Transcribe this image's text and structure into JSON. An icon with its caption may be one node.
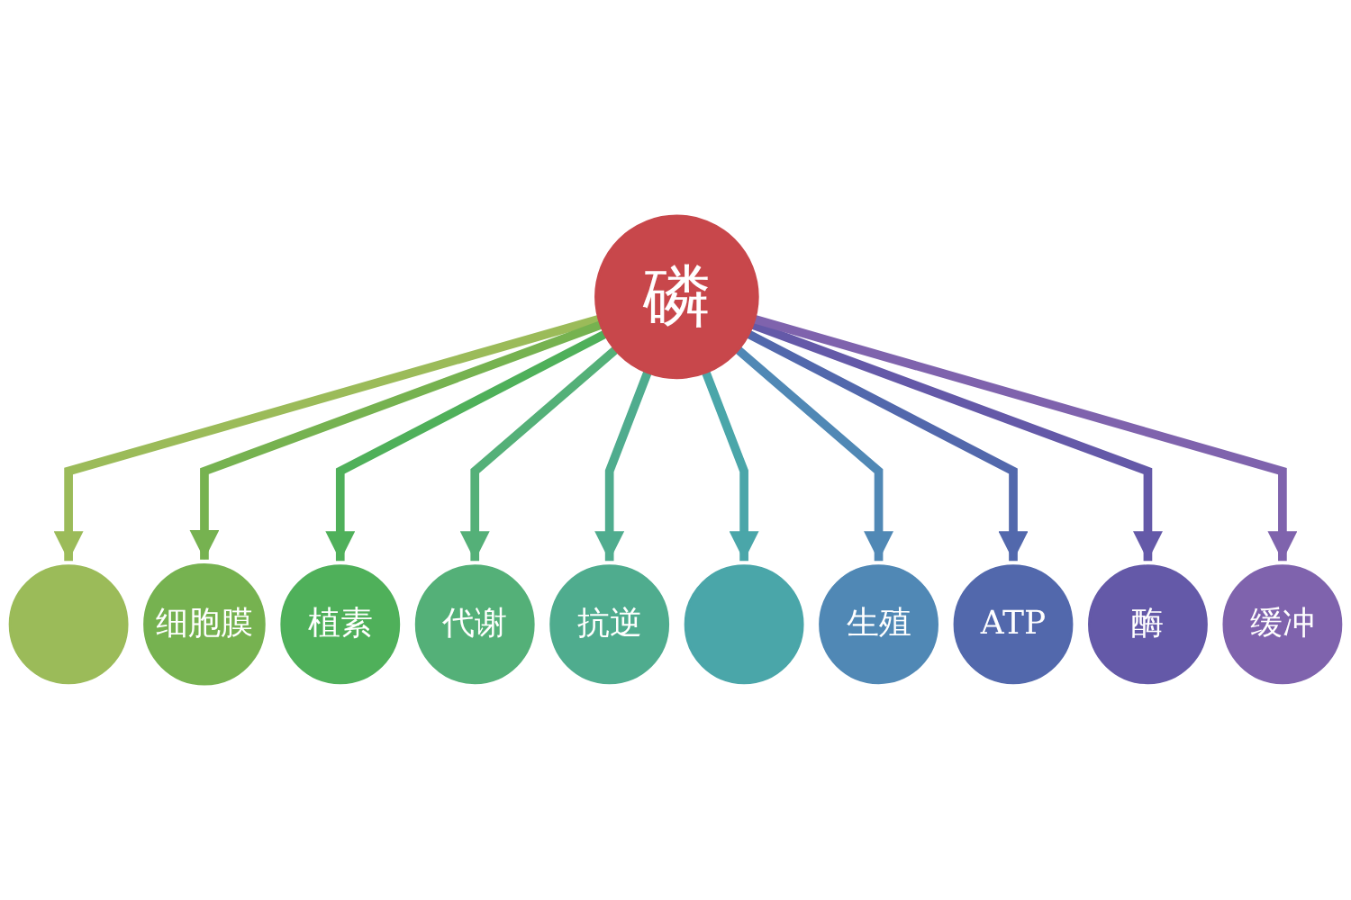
{
  "diagram": {
    "nodes": [
      {
        "text": [
          "磷"
        ]
      },
      {
        "text": [],
        "shape": "circle"
      },
      {
        "text": [
          "细胞膜"
        ]
      },
      {
        "text": [
          "植素"
        ]
      },
      {
        "text": [
          "代谢"
        ]
      },
      {
        "text": [
          "抗逆"
        ]
      },
      {
        "text": [],
        "shape": "circle"
      },
      {
        "text": [
          "生殖"
        ]
      },
      {
        "text": [
          "ATP"
        ]
      },
      {
        "text": [
          "酶"
        ]
      },
      {
        "text": [
          "缓冲"
        ]
      }
    ],
    "edges": [
      {
        "from": 0,
        "to": 1,
        "arrow": "to",
        "color": "#9bbb59"
      },
      {
        "from": 0,
        "to": 2,
        "arrow": "to",
        "color": "#76b250"
      },
      {
        "from": 0,
        "to": 3,
        "arrow": "to",
        "color": "#4fb05a"
      },
      {
        "from": 0,
        "to": 4,
        "arrow": "to",
        "color": "#54b078"
      },
      {
        "from": 0,
        "to": 5,
        "arrow": "to",
        "color": "#4fac8e"
      },
      {
        "from": 0,
        "to": 6,
        "arrow": "to",
        "color": "#4aa6a9"
      },
      {
        "from": 0,
        "to": 7,
        "arrow": "to",
        "color": "#5088b5"
      },
      {
        "from": 0,
        "to": 8,
        "arrow": "to",
        "color": "#5268ac"
      },
      {
        "from": 0,
        "to": 9,
        "arrow": "to",
        "color": "#6459a8"
      },
      {
        "from": 0,
        "to": 10,
        "arrow": "to",
        "color": "#7f63ad"
      }
    ]
  }
}
